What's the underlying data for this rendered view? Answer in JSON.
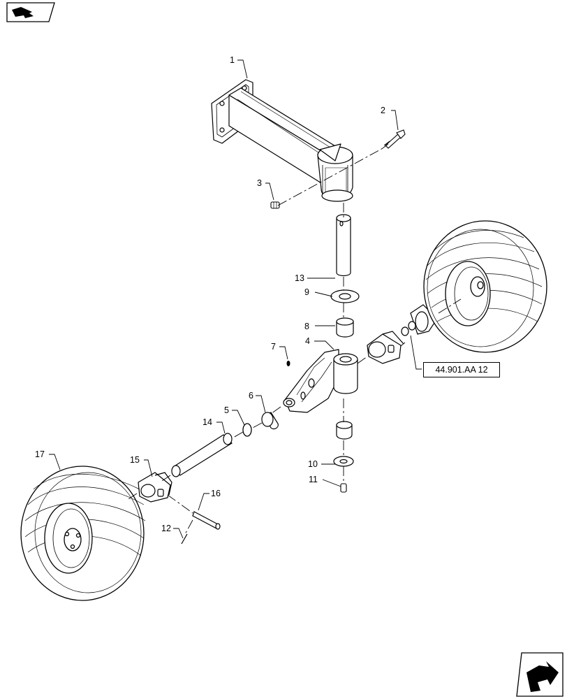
{
  "callouts": [
    {
      "id": "c1",
      "label": "1"
    },
    {
      "id": "c2",
      "label": "2"
    },
    {
      "id": "c3",
      "label": "3"
    },
    {
      "id": "c4",
      "label": "4"
    },
    {
      "id": "c5",
      "label": "5"
    },
    {
      "id": "c6",
      "label": "6"
    },
    {
      "id": "c7",
      "label": "7"
    },
    {
      "id": "c8",
      "label": "8"
    },
    {
      "id": "c9",
      "label": "9"
    },
    {
      "id": "c10",
      "label": "10"
    },
    {
      "id": "c11",
      "label": "11"
    },
    {
      "id": "c12",
      "label": "12"
    },
    {
      "id": "c13",
      "label": "13"
    },
    {
      "id": "c14",
      "label": "14"
    },
    {
      "id": "c15",
      "label": "15"
    },
    {
      "id": "c16",
      "label": "16"
    },
    {
      "id": "c17",
      "label": "17"
    }
  ],
  "reference": {
    "label": "44.901.AA 12"
  },
  "nav": {
    "prev_icon": "previous-page-arrow-icon",
    "next_icon": "next-page-arrow-icon"
  }
}
